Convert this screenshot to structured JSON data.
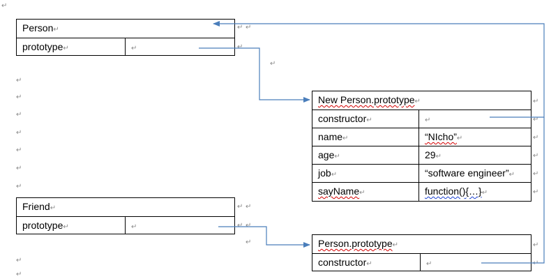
{
  "para_mark": "↵",
  "person": {
    "title": "Person",
    "prototype_label": "prototype"
  },
  "friend": {
    "title": "Friend",
    "prototype_label": "prototype"
  },
  "new_person_prototype": {
    "title": "New Person.prototype",
    "rows": [
      {
        "key": "constructor",
        "value": ""
      },
      {
        "key": "name",
        "value": "“NIcho”"
      },
      {
        "key": "age",
        "value": "29"
      },
      {
        "key": "job",
        "value": "“software engineer”"
      },
      {
        "key": "sayName",
        "value": "function(){…}"
      }
    ]
  },
  "person_prototype": {
    "title": "Person.prototype",
    "constructor_label": "constructor"
  },
  "colors": {
    "arrow": "#4a7ebb",
    "border": "#000000",
    "spellcheck": "#d40000"
  }
}
